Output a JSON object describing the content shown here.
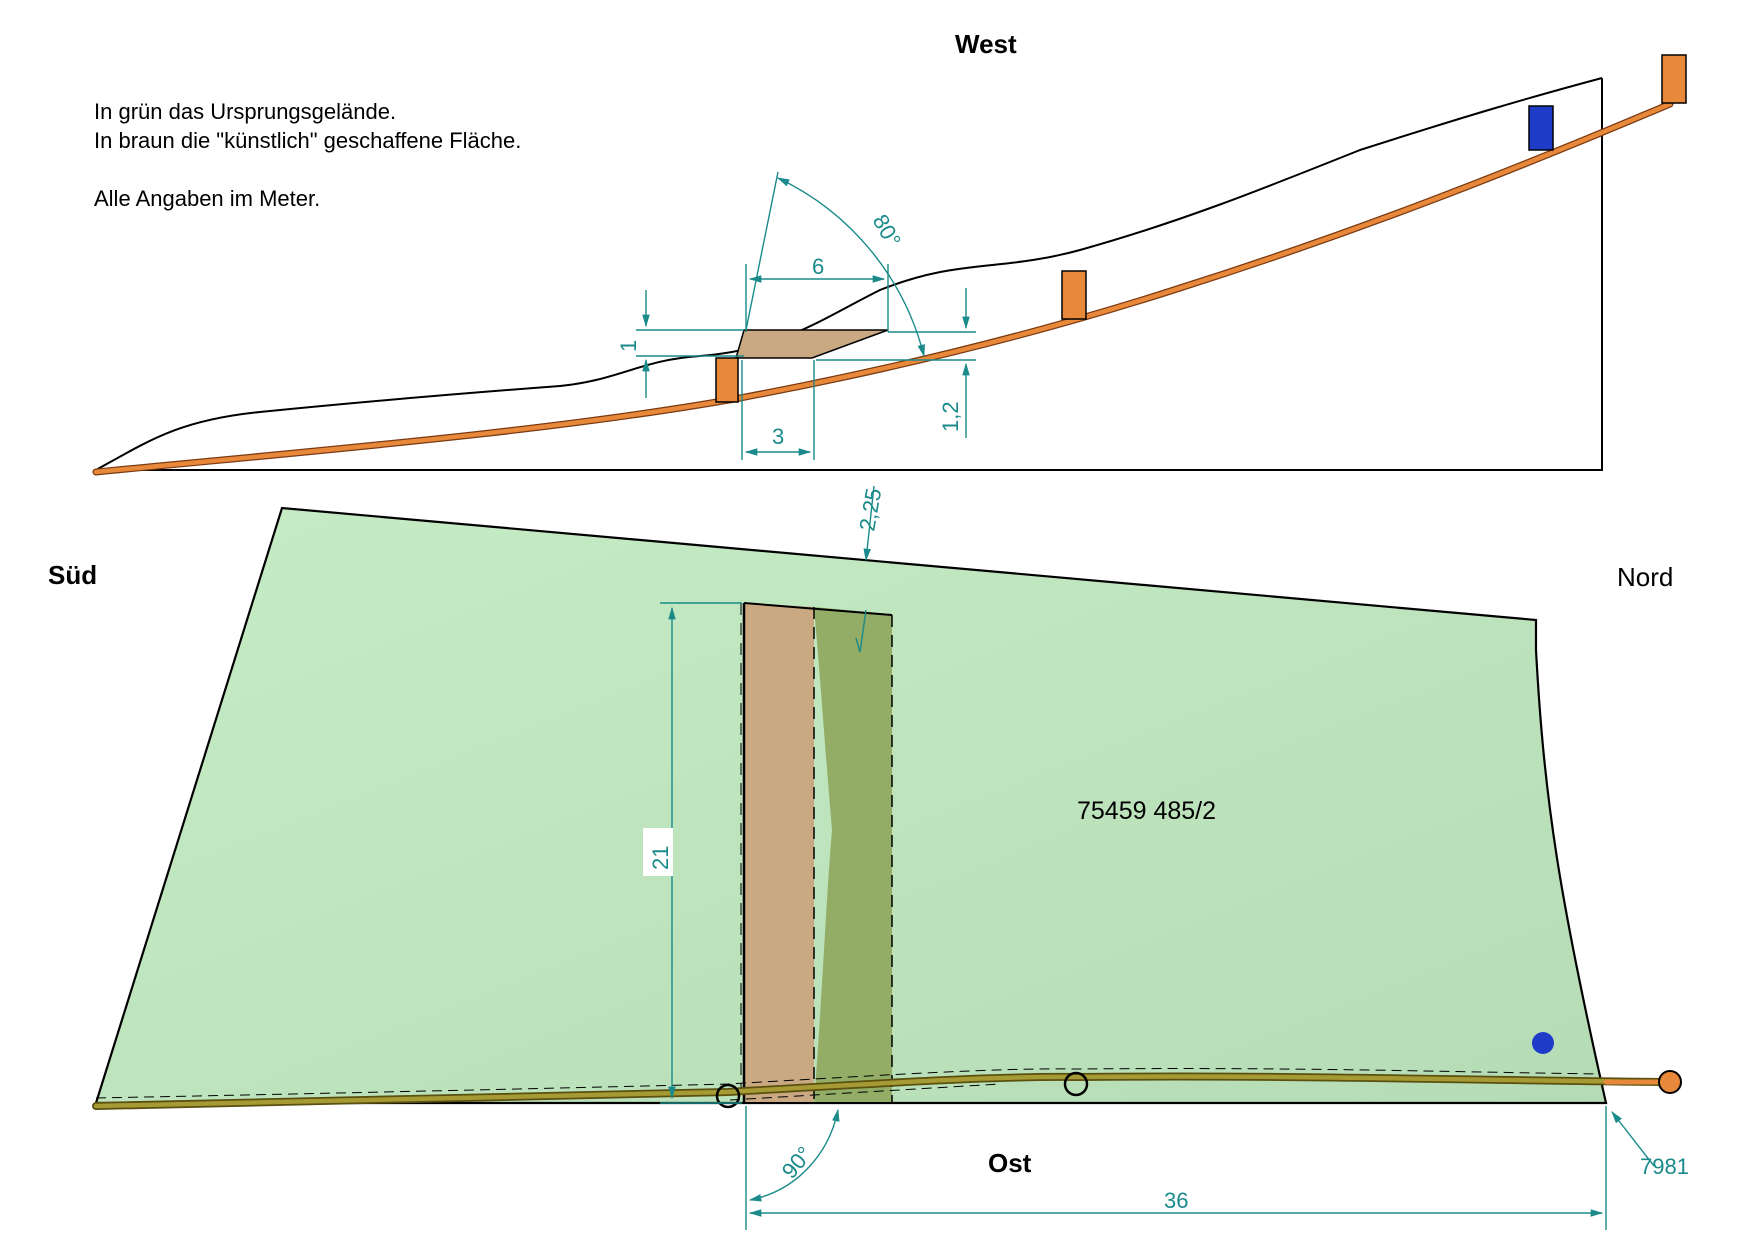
{
  "notes": {
    "line1": "In grün das Ursprungsgelände.",
    "line2": "In braun die \"künstlich\" geschaffene Fläche.",
    "line3": "Alle Angaben im Meter."
  },
  "compass": {
    "west": "West",
    "sued": "Süd",
    "nord": "Nord",
    "ost": "Ost"
  },
  "parcel_label": "75459 485/2",
  "dimensions": {
    "width_top": "6",
    "width_bottom": "3",
    "height_step": "1",
    "height_drop": "1,2",
    "angle_slope": "80°",
    "offset_top": "2,25",
    "depth": "21",
    "angle_corner": "90°",
    "length_east": "36",
    "neighbor": "7981"
  },
  "colors": {
    "terrain_green": "#bde6bf",
    "fill_brown": "#c9a882",
    "strip_green": "#93ad66",
    "path_orange": "#e8883a",
    "marker_blue": "#1e3cc8",
    "dimension_teal": "#1a8a8a"
  }
}
